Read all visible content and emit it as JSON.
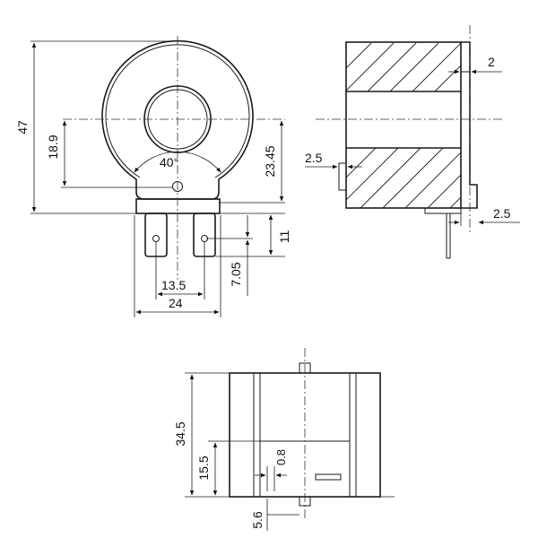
{
  "drawing": {
    "front_view": {
      "dims": {
        "overall_height": "47",
        "center_to_base": "18.9",
        "center_to_bottom": "23.45",
        "angle": "40°",
        "terminal_height": "11",
        "terminal_hole": "7.05",
        "terminal_pitch": "13.5",
        "body_width": "24"
      }
    },
    "side_view": {
      "dims": {
        "top_offset": "2",
        "bore_step": "2.5",
        "bottom_offset": "2.5"
      }
    },
    "bottom_view": {
      "dims": {
        "overall_height": "34.5",
        "slot_height": "15.5",
        "slot_width": "0.8",
        "pin_length": "5.6"
      }
    }
  }
}
